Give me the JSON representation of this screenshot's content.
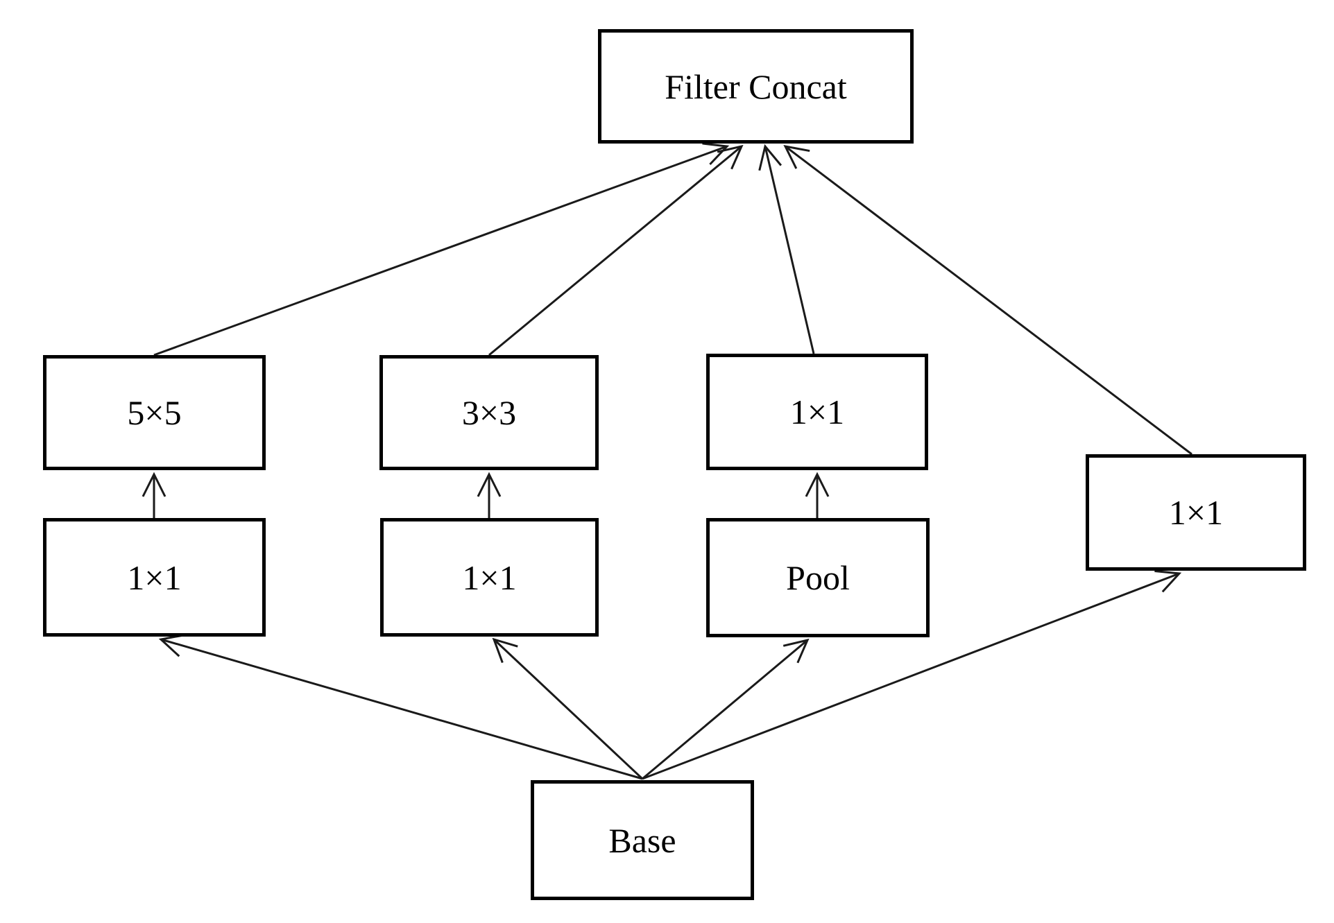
{
  "diagram": {
    "colors": {
      "background": "#ffffff",
      "box_border": "#000000",
      "text": "#000000",
      "line": "#1a1a1a"
    },
    "nodes": {
      "filter_concat": {
        "label": "Filter Concat"
      },
      "conv5x5": {
        "label": "5×5"
      },
      "conv3x3": {
        "label": "3×3"
      },
      "conv1x1_above_pool": {
        "label": "1×1"
      },
      "conv1x1_right": {
        "label": "1×1"
      },
      "conv1x1_below_5x5": {
        "label": "1×1"
      },
      "conv1x1_below_3x3": {
        "label": "1×1"
      },
      "pool": {
        "label": "Pool"
      },
      "base": {
        "label": "Base"
      }
    },
    "edges": [
      {
        "from": "base",
        "to": "conv1x1_below_5x5"
      },
      {
        "from": "base",
        "to": "conv1x1_below_3x3"
      },
      {
        "from": "base",
        "to": "pool"
      },
      {
        "from": "base",
        "to": "conv1x1_right"
      },
      {
        "from": "conv1x1_below_5x5",
        "to": "conv5x5"
      },
      {
        "from": "conv1x1_below_3x3",
        "to": "conv3x3"
      },
      {
        "from": "pool",
        "to": "conv1x1_above_pool"
      },
      {
        "from": "conv5x5",
        "to": "filter_concat"
      },
      {
        "from": "conv3x3",
        "to": "filter_concat"
      },
      {
        "from": "conv1x1_above_pool",
        "to": "filter_concat"
      },
      {
        "from": "conv1x1_right",
        "to": "filter_concat"
      }
    ]
  }
}
